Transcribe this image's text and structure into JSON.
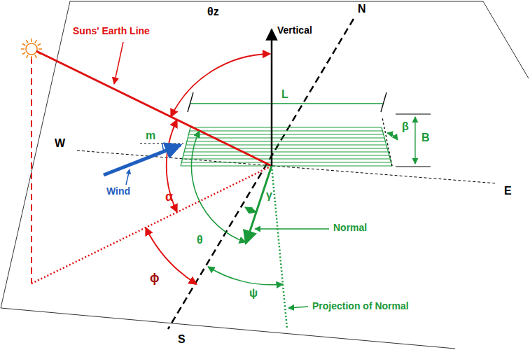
{
  "diagram": {
    "labels": [
      "Suns' Earth Line",
      "θz",
      "Vertical",
      "N",
      "L",
      "β",
      "B",
      "W",
      "m",
      "Wind",
      "α",
      "E",
      "γ",
      "θ",
      "Normal",
      "ϕ",
      "ψ",
      "Projection of Normal",
      "S"
    ]
  }
}
